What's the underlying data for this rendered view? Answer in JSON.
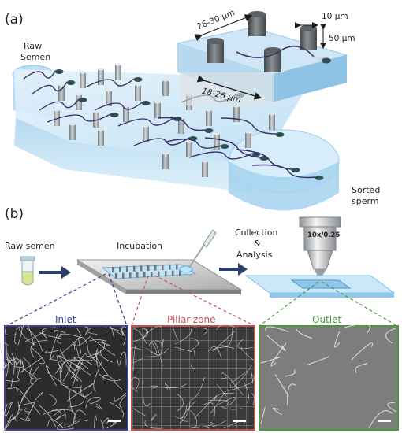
{
  "panel_a": {
    "label": "(a)",
    "raw_semen": [
      "Raw",
      "Semen"
    ],
    "sorted_sperm": [
      "Sorted",
      "sperm"
    ],
    "dim_spacing": "26-30 μm",
    "dim_diameter": "10 μm",
    "dim_height": "50 μm",
    "dim_gap": "18-26 μm"
  },
  "panel_b": {
    "label": "(b)",
    "raw_semen": "Raw semen",
    "incubation": "Incubation",
    "collection": [
      "Collection",
      "&",
      "Analysis"
    ],
    "objective": "10x/0.25",
    "micrographs": [
      {
        "title": "Inlet",
        "color": "#3d3f8f"
      },
      {
        "title": "Pillar-zone",
        "color": "#c0504d"
      },
      {
        "title": "Outlet",
        "color": "#4a9a3c"
      }
    ]
  },
  "colors": {
    "channel": "#cfe8f7",
    "pillar": "#9aa0a4",
    "sperm_head": "#2f4f52",
    "sperm_tail": "#3b2f6b",
    "arrow": "#2b3f6b"
  }
}
